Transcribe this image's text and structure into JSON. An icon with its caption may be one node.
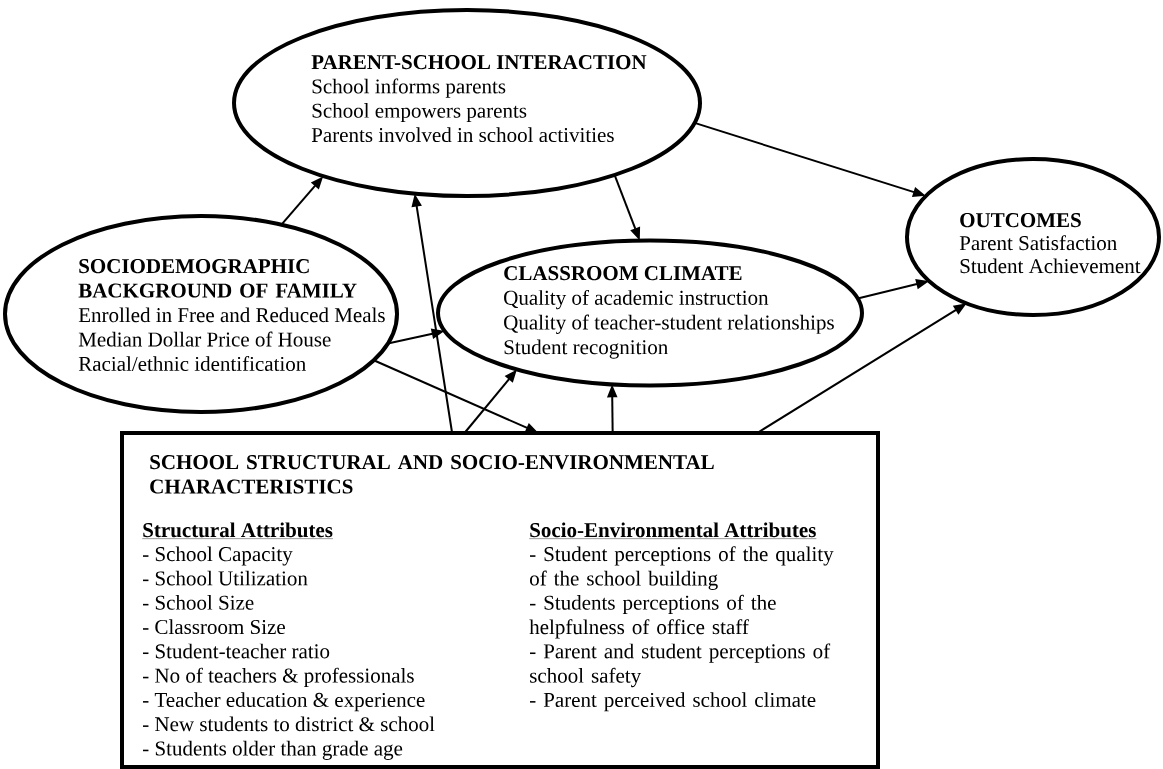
{
  "diagram": {
    "nodes": [
      {
        "text": [
          "PARENT-SCHOOL INTERACTION",
          "School informs parents",
          "School empowers parents",
          "Parents involved in school activities"
        ]
      },
      {
        "text": [
          "OUTCOMES",
          "Parent Satisfaction",
          "Student Achievement"
        ]
      },
      {
        "text": [
          "SOCIODEMOGRAPHIC BACKGROUND OF FAMILY",
          "Enrolled in Free and Reduced Meals",
          "Median Dollar Price of House",
          "Racial/ethnic identification"
        ]
      },
      {
        "text": [
          "CLASSROOM CLIMATE",
          "Quality of academic instruction",
          "Quality of teacher-student relationships",
          "Student recognition"
        ]
      },
      {
        "text": [
          "SCHOOL STRUCTURAL AND SOCIO-ENVIRONMENTAL CHARACTERISTICS",
          "Structural Attributes",
          "- School Capacity",
          "- School Utilization",
          "- School Size",
          "- Classroom Size",
          "- Student-teacher ratio",
          "- No of teachers & professionals",
          "- Teacher education & experience",
          "- New students to district & school",
          "- Students older than grade age",
          "Socio-Environmental Attributes",
          "- Student perceptions of the quality of the school building",
          "- Students perceptions of the helpfulness of office staff",
          "- Parent and student perceptions of school safety",
          "- Parent perceived school climate"
        ]
      }
    ],
    "edges": [
      {
        "from": 2,
        "to": 0,
        "arrow": "to"
      },
      {
        "from": 0,
        "to": 3,
        "arrow": "to"
      },
      {
        "from": 0,
        "to": 1,
        "arrow": "to"
      },
      {
        "from": 2,
        "to": 3,
        "arrow": "to"
      },
      {
        "from": 2,
        "to": 4,
        "arrow": "to"
      },
      {
        "from": 4,
        "to": 0,
        "arrow": "to"
      },
      {
        "from": 4,
        "to": 3,
        "arrow": "to"
      },
      {
        "from": 4,
        "to": 3,
        "arrow": "to"
      },
      {
        "from": 3,
        "to": 1,
        "arrow": "to"
      },
      {
        "from": 4,
        "to": 1,
        "arrow": "to"
      }
    ]
  }
}
